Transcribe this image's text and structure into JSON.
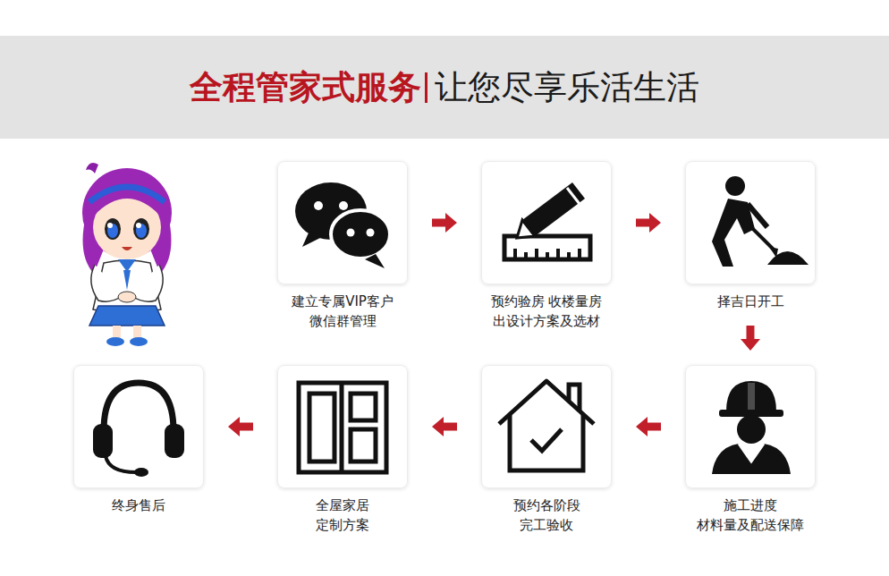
{
  "diagram": {
    "title": "全程管家式服务",
    "nodes": [
      {
        "text": [
          "建立专属VIP客户 微信群管理"
        ]
      },
      {
        "text": [
          "预约验房 收楼量房 出设计方案及选材"
        ]
      },
      {
        "text": [
          "择吉日开工"
        ]
      },
      {
        "text": [
          "施工进度 材料量及配送保障"
        ]
      },
      {
        "text": [
          "预约各阶段 完工验收"
        ]
      },
      {
        "text": [
          "全屋家居 定制方案"
        ]
      },
      {
        "text": [
          "终身售后"
        ]
      }
    ],
    "edges": [
      {
        "from": 0,
        "to": 1,
        "arrow": "to"
      },
      {
        "from": 1,
        "to": 2,
        "arrow": "to"
      },
      {
        "from": 2,
        "to": 3,
        "arrow": "to"
      },
      {
        "from": 3,
        "to": 4,
        "arrow": "to"
      },
      {
        "from": 4,
        "to": 5,
        "arrow": "to"
      },
      {
        "from": 5,
        "to": 6,
        "arrow": "to"
      }
    ],
    "labels": [
      "让您尽享乐活生活"
    ]
  }
}
